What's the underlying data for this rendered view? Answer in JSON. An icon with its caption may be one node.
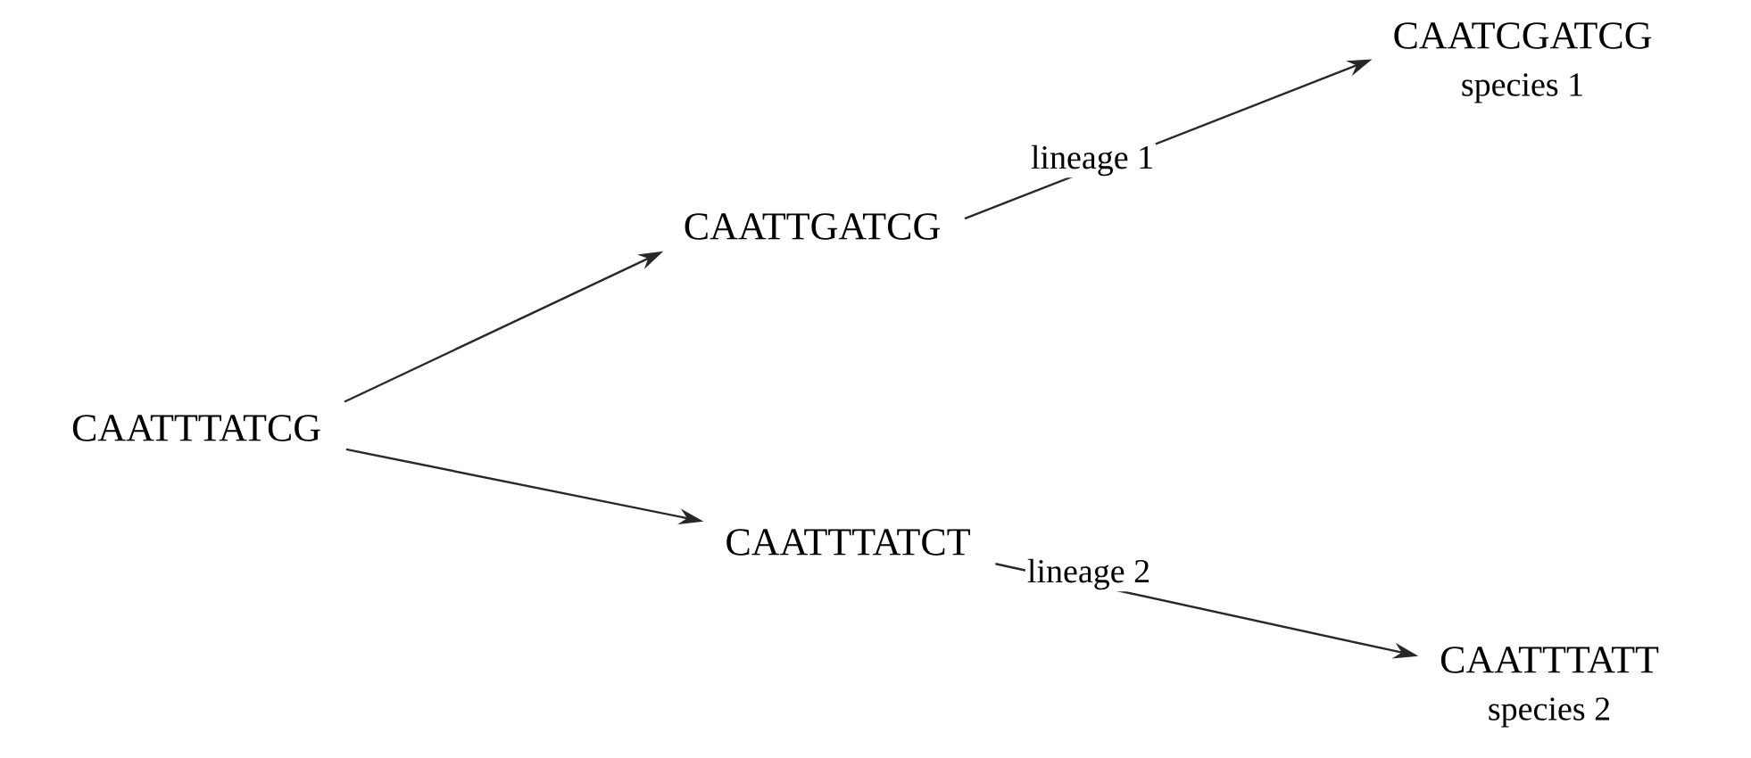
{
  "diagram": {
    "nodes": [
      {
        "text": [
          "CAATTTATCG"
        ]
      },
      {
        "text": [
          "CAATTGATCG"
        ]
      },
      {
        "text": [
          "CAATCGATCG"
        ],
        "beside": [
          "species 1"
        ]
      },
      {
        "text": [
          "CAATTTATCT"
        ]
      },
      {
        "text": [
          "CAATTTATT"
        ],
        "beside": [
          "species 2"
        ]
      }
    ],
    "edges": [
      {
        "from": 0,
        "to": 1,
        "arrow": "to"
      },
      {
        "from": 0,
        "to": 3,
        "arrow": "to"
      },
      {
        "from": 1,
        "to": 2,
        "arrow": "to",
        "label": "lineage 1"
      },
      {
        "from": 3,
        "to": 4,
        "arrow": "to",
        "label": "lineage 2"
      }
    ]
  }
}
